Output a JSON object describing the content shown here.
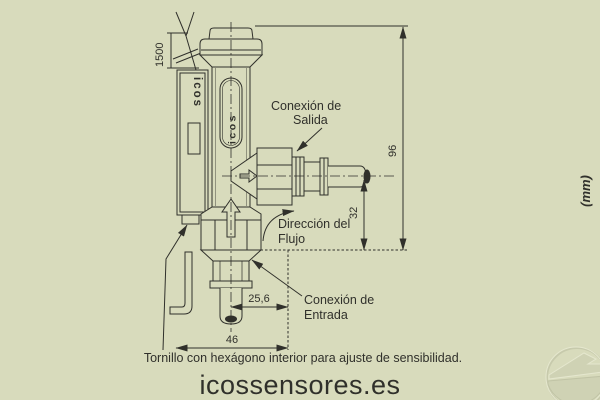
{
  "page": {
    "background": "#d8dbbc",
    "line_color": "#30302b"
  },
  "diagram": {
    "brand": {
      "side_label": "icos",
      "front_label": "icos"
    },
    "dimensions": {
      "cable": "1500",
      "total_height": "96",
      "outlet_axis_height": "32",
      "inlet_to_edge": "25,6",
      "total_width": "46"
    },
    "annotations": {
      "outlet": {
        "line1": "Conexión de",
        "line2": "Salida"
      },
      "flow": {
        "line1": "Dirección del",
        "line2": "Flujo"
      },
      "inlet": {
        "line1": "Conexión de",
        "line2": "Entrada"
      },
      "units": "(mm)"
    },
    "caption": "Tornillo con hexágono interior para ajuste de sensibilidad.",
    "website": {
      "text": "icossensores.es",
      "color": "#4e5a2c"
    }
  }
}
